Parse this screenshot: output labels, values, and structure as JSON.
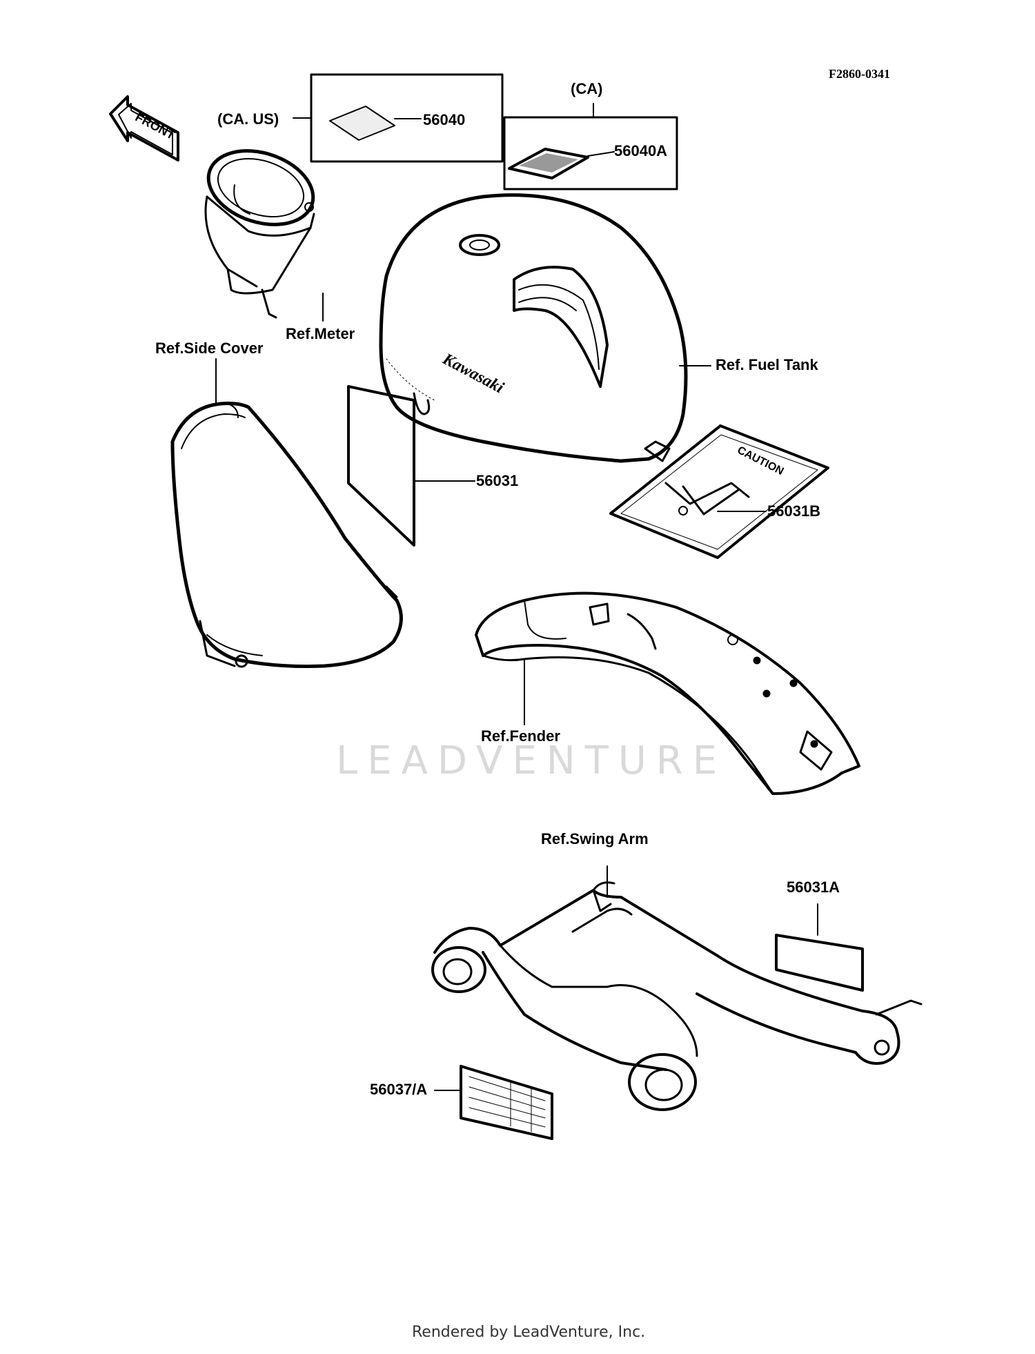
{
  "figure_code": "F2860-0341",
  "front_arrow_text": "FRONT",
  "labels": {
    "region_ca_us": "(CA. US)",
    "region_ca": "(CA)",
    "p56040": "56040",
    "p56040a": "56040A",
    "ref_meter": "Ref.Meter",
    "ref_side_cover": "Ref.Side Cover",
    "ref_fuel_tank": "Ref. Fuel Tank",
    "p56031": "56031",
    "p56031b": "56031B",
    "caution": "CAUTION",
    "ref_fender": "Ref.Fender",
    "ref_swing_arm": "Ref.Swing Arm",
    "p56031a": "56031A",
    "p56037a": "56037/A"
  },
  "tank_brand_text": "Kawasaki",
  "watermark": "LEADVENTURE",
  "footer": "Rendered by LeadVenture, Inc."
}
